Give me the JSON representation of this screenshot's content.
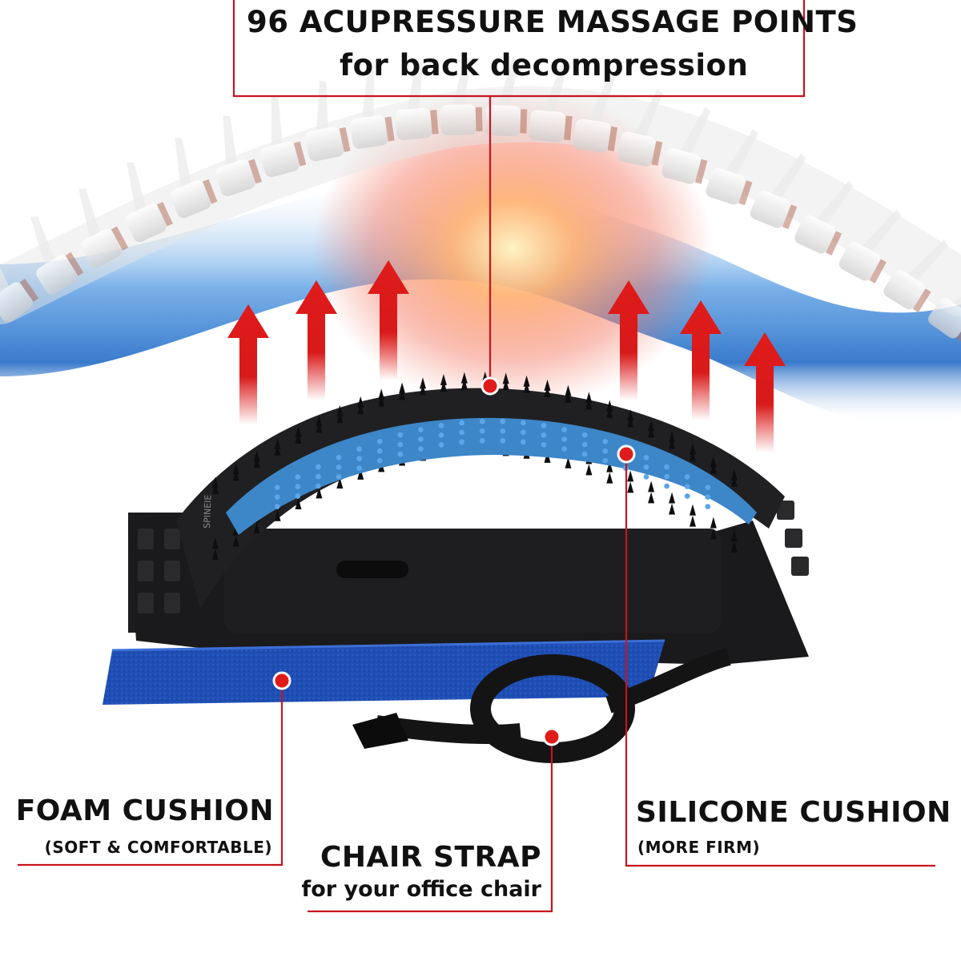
{
  "header": {
    "title": "96 ACUPRESSURE MASSAGE POINTS",
    "subtitle": "for back decompression"
  },
  "product": {
    "brand_mark": "SPINEIE"
  },
  "callouts": {
    "foam": {
      "title": "FOAM CUSHION",
      "note": "(SOFT & COMFORTABLE)"
    },
    "strap": {
      "title": "CHAIR STRAP",
      "note": "for your office chair"
    },
    "silicone": {
      "title": "SILICONE CUSHION",
      "note": "(MORE FIRM)"
    }
  },
  "colors": {
    "accent_red": "#c8141e",
    "arrow_red": "#e01b1b",
    "silicone_blue": "#3d86c8",
    "foam_blue": "#1f4fb4",
    "device_black": "#1c1c1e",
    "wave_blue": "#4a8fd8"
  }
}
